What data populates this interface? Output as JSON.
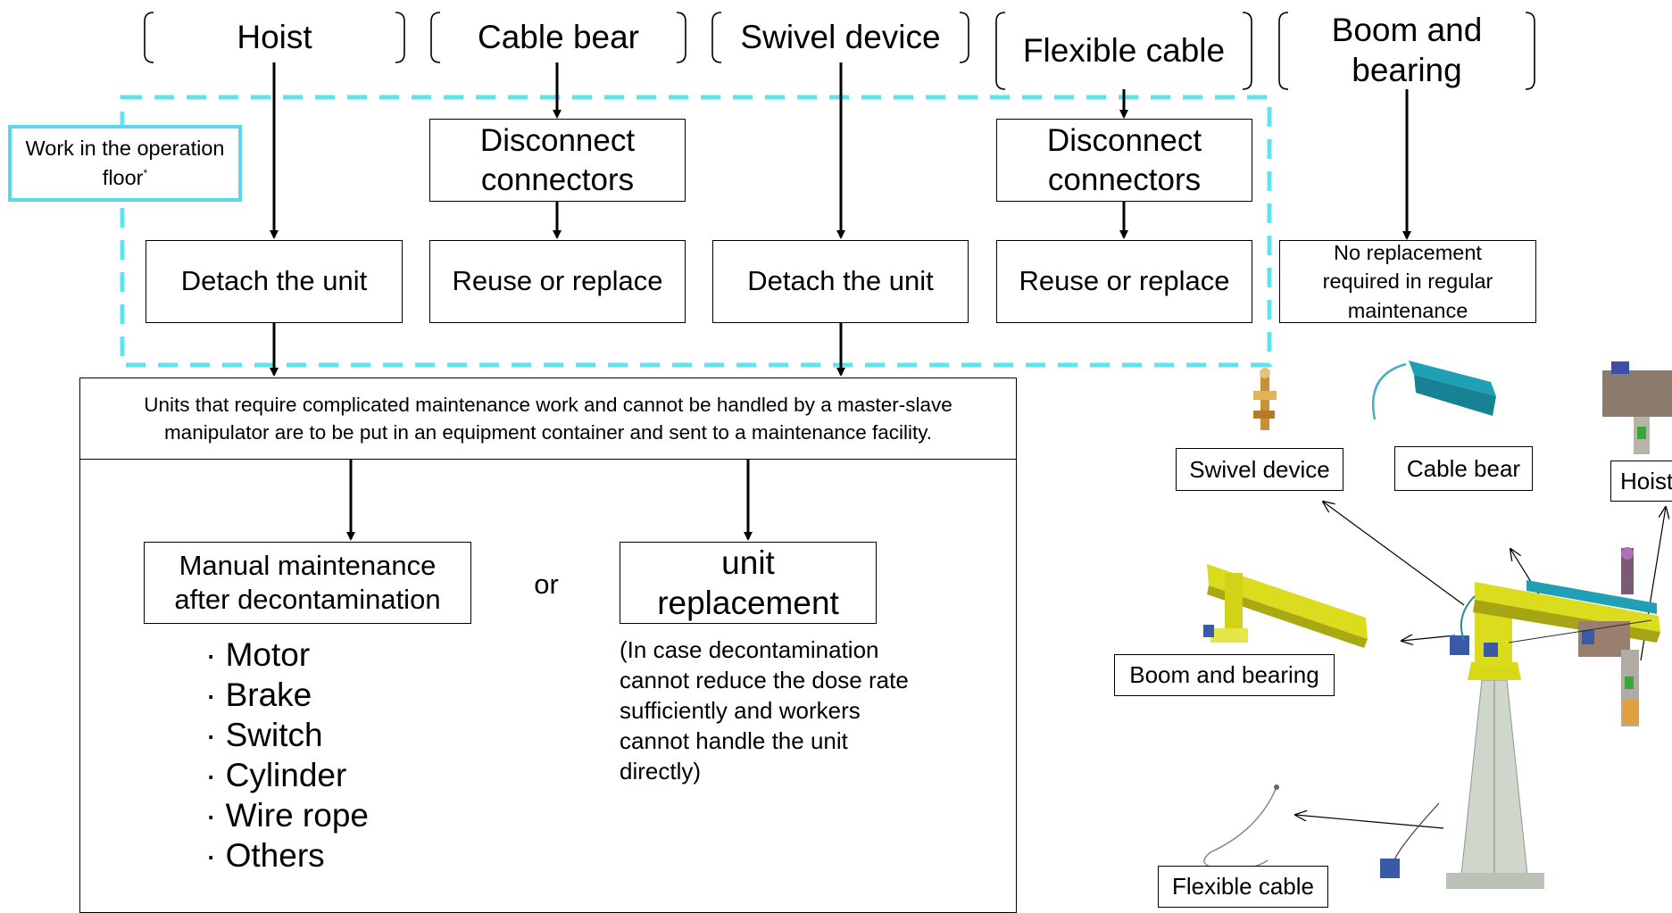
{
  "categories": [
    {
      "id": "hoist",
      "text": "Hoist"
    },
    {
      "id": "cable_bear",
      "text": "Cable bear"
    },
    {
      "id": "swivel_device",
      "text": "Swivel device"
    },
    {
      "id": "flexible_cable",
      "text": "Flexible cable"
    },
    {
      "id": "boom_bearing",
      "text": "Boom and bearing"
    }
  ],
  "operation_floor_label": "Work in the operation floor",
  "operation_floor_note_mark": "*",
  "steps": {
    "disconnect_1": "Disconnect connectors",
    "disconnect_2": "Disconnect connectors",
    "detach_1": "Detach the unit",
    "reuse_1": "Reuse or replace",
    "detach_2": "Detach the unit",
    "reuse_2": "Reuse or replace",
    "no_replacement": "No replacement required in regular maintenance"
  },
  "facility_text": "Units that require complicated maintenance work and cannot be handled by a master-slave manipulator are to be put in an equipment container and sent to a maintenance facility.",
  "options": {
    "manual": "Manual maintenance after decontamination",
    "or": "or",
    "replacement": "unit replacement",
    "replacement_note": "(In case decontamination cannot reduce the dose rate sufficiently and workers cannot handle the unit directly)"
  },
  "manual_items": [
    "· Motor",
    "· Brake",
    "· Switch",
    "· Cylinder",
    "· Wire rope",
    "· Others"
  ],
  "component_labels": {
    "swivel_device": "Swivel device",
    "cable_bear": "Cable bear",
    "hoist": "Hoist",
    "boom_bearing": "Boom and bearing",
    "flexible_cable": "Flexible cable"
  },
  "colors": {
    "cyan_dashed": "#5fe3ef",
    "cyan_box": "#5ad8e8",
    "yellow_structure": "#dcdc1e",
    "teal_cable_bear": "#1fa0b4",
    "column_gray": "#cfd6cc"
  }
}
